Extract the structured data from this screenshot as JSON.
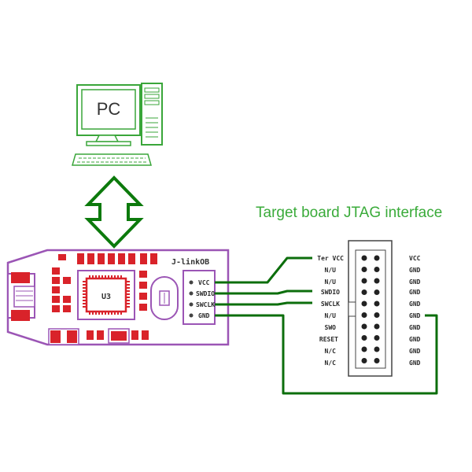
{
  "title": "Target board JTAG interface",
  "pc_label": "PC",
  "board": {
    "name": "J-linkOB",
    "chip_label": "U3",
    "connector_pins": [
      "VCC",
      "SWDIO",
      "SWCLK",
      "GND"
    ]
  },
  "jtag": {
    "left_labels": [
      "Ter VCC",
      "N/U",
      "N/U",
      "SWDIO",
      "SWCLK",
      "N/U",
      "SWO",
      "RESET",
      "N/C",
      "N/C"
    ],
    "right_labels": [
      "VCC",
      "GND",
      "GND",
      "GND",
      "GND",
      "GND",
      "GND",
      "GND",
      "GND",
      "GND"
    ]
  }
}
